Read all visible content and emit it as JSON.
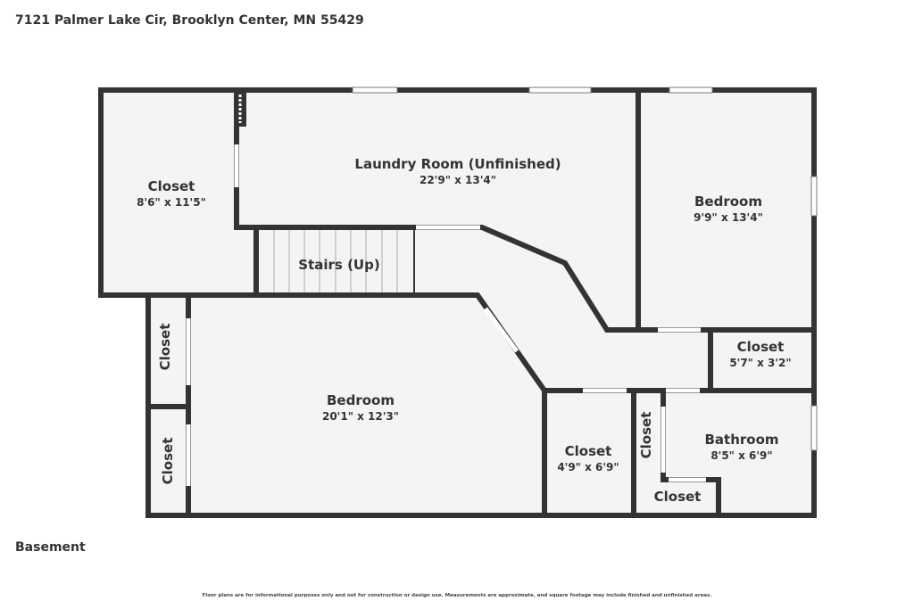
{
  "header": {
    "address": "7121 Palmer Lake Cir, Brooklyn Center, MN 55429"
  },
  "level": "Basement",
  "disclaimer": "Floor plans are for informational purposes only and not for construction or design use. Measurements are approximate, and square footage may include finished and unfinished areas.",
  "rooms": [
    {
      "name": "Closet",
      "dims": "8'6\" x 11'5\""
    },
    {
      "name": "Laundry Room (Unfinished)",
      "dims": "22'9\" x 13'4\""
    },
    {
      "name": "Bedroom",
      "dims": "9'9\" x 13'4\""
    },
    {
      "name": "Stairs (Up)"
    },
    {
      "name": "Closet",
      "dims": "5'7\" x 3'2\""
    },
    {
      "name": "Bedroom",
      "dims": "20'1\" x 12'3\""
    },
    {
      "name": "Closet",
      "dims": "4'9\" x 6'9\""
    },
    {
      "name": "Bathroom",
      "dims": "8'5\" x 6'9\""
    },
    {
      "name": "Closet"
    },
    {
      "name": "Closet"
    },
    {
      "name": "Closet"
    },
    {
      "name": "Closet"
    }
  ]
}
